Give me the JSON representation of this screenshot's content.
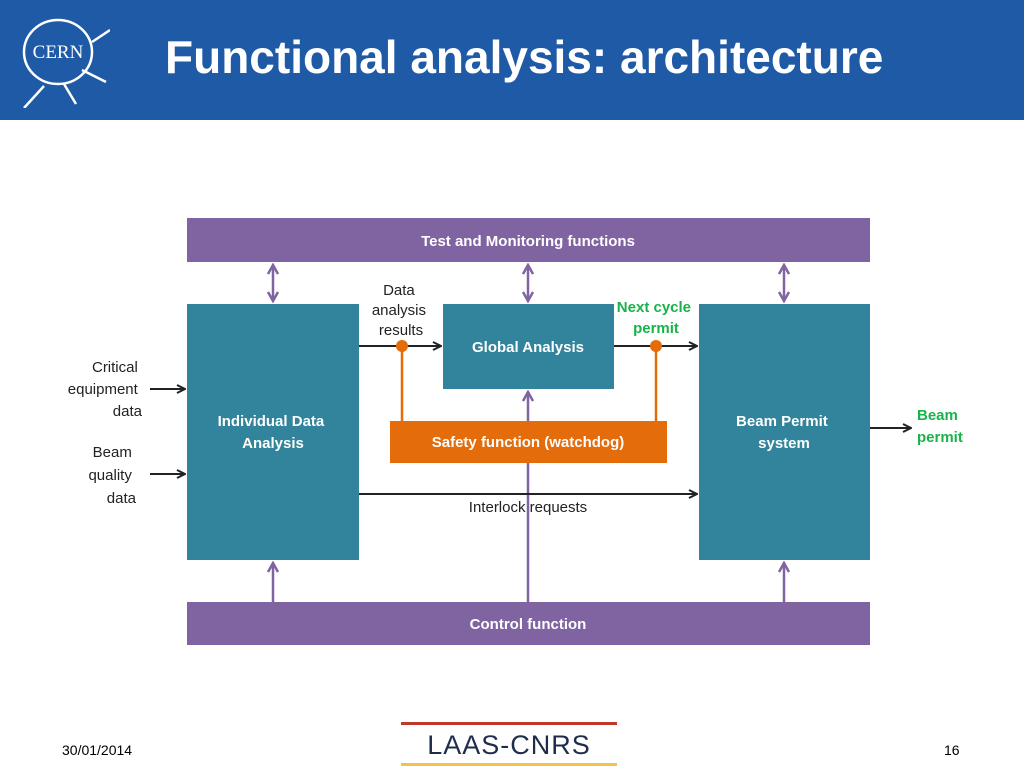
{
  "slide": {
    "title": "Functional analysis: architecture",
    "date": "30/01/2014",
    "page_number": "16"
  },
  "logos": {
    "cern": "CERN",
    "laas": "LAAS-CNRS"
  },
  "colors": {
    "header_blue": "#1f5aa6",
    "purple_band": "#8064a2",
    "teal_box": "#31849b",
    "orange_box": "#e46c0a",
    "green_text": "#19b34a",
    "arrow_dark": "#222222"
  },
  "diagram": {
    "test_monitoring": "Test and Monitoring functions",
    "control_function": "Control function",
    "individual_data_analysis": [
      "Individual Data",
      "Analysis"
    ],
    "global_analysis": "Global Analysis",
    "safety_function": "Safety function (watchdog)",
    "beam_permit_system": [
      "Beam Permit",
      "system"
    ],
    "data_analysis_results": [
      "Data",
      "analysis",
      "results"
    ],
    "next_cycle_permit": [
      "Next cycle",
      "permit"
    ],
    "critical_equipment_data": [
      "Critical",
      "equipment",
      "data"
    ],
    "beam_quality_data": [
      "Beam",
      "quality",
      "data"
    ],
    "interlock_requests": "Interlock requests",
    "beam_permit_output": [
      "Beam",
      "permit"
    ]
  }
}
